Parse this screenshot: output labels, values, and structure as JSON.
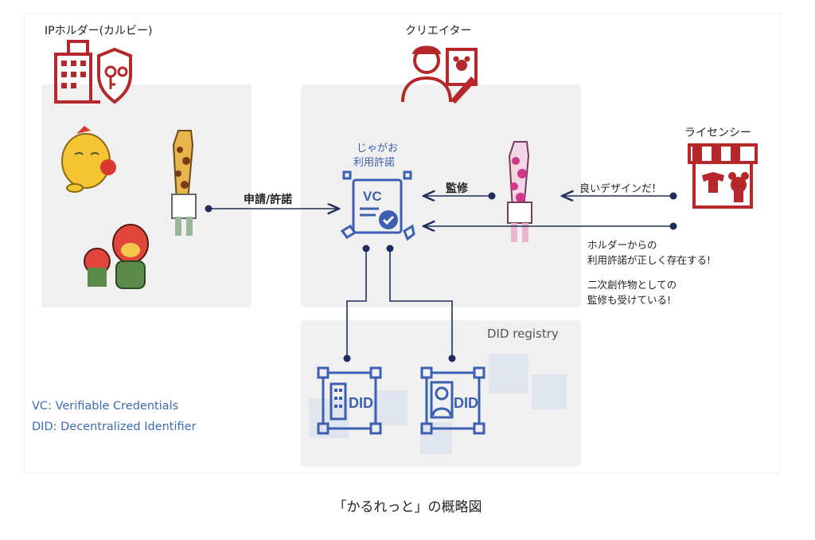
{
  "roles": {
    "ip_holder": "IPホルダー(カルビー)",
    "creator": "クリエイター",
    "licensee": "ライセンシー"
  },
  "vc_box": {
    "line1": "じゃがお",
    "line2": "利用許諾",
    "badge": "VC"
  },
  "edges": {
    "apply_permit": "申請/許諾",
    "supervise": "監修",
    "good_design": "良いデザインだ!"
  },
  "notes": {
    "line1": "ホルダーからの",
    "line2": "利用許諾が正しく存在する!",
    "line3": "二次創作物としての",
    "line4": "監修も受けている!"
  },
  "registry": {
    "title": "DID registry",
    "did1": "DID",
    "did2": "DID"
  },
  "legend": {
    "vc": "VC: Verifiable Credentials",
    "did": "DID: Decentralized Identifier"
  },
  "caption": "「かるれっと」の概略図",
  "colors": {
    "red": "#b5272b",
    "blue": "#3c5fb0",
    "navy": "#1f2d5c",
    "panel": "#f0f0f1"
  }
}
